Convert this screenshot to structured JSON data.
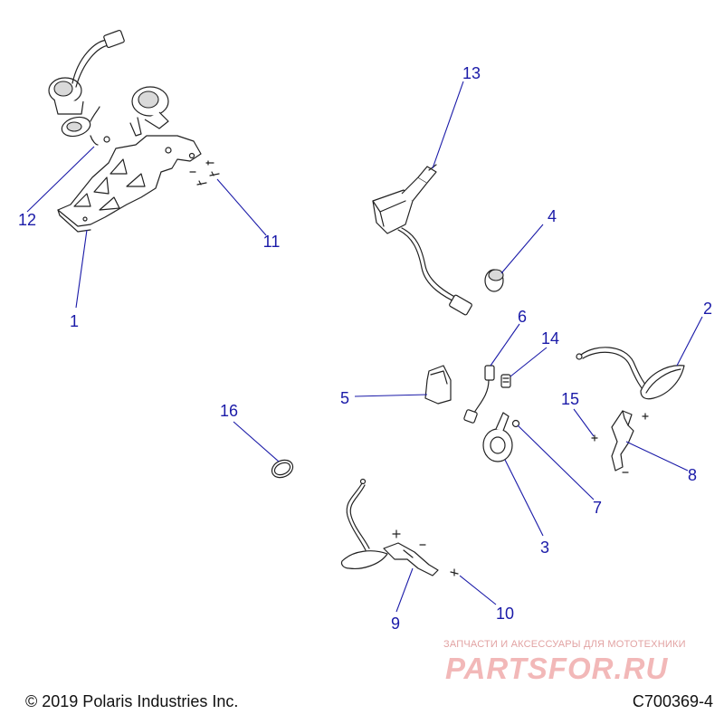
{
  "callouts": {
    "c1": "1",
    "c2": "2",
    "c3": "3",
    "c4": "4",
    "c5": "5",
    "c6": "6",
    "c7": "7",
    "c8": "8",
    "c9": "9",
    "c10": "10",
    "c11": "11",
    "c12": "12",
    "c13": "13",
    "c14": "14",
    "c15": "15",
    "c16": "16"
  },
  "footer": {
    "copyright": "© 2019 Polaris Industries Inc.",
    "diagram_code": "C700369-4"
  },
  "watermark": {
    "tagline": "ЗАПЧАСТИ И АКСЕССУАРЫ ДЛЯ МОТОТЕХНИКИ",
    "logo": "PARTSFOR.RU"
  },
  "colors": {
    "callout": "#1a1aa8",
    "line_art": "#222222",
    "watermark": "#f2b8b8"
  }
}
